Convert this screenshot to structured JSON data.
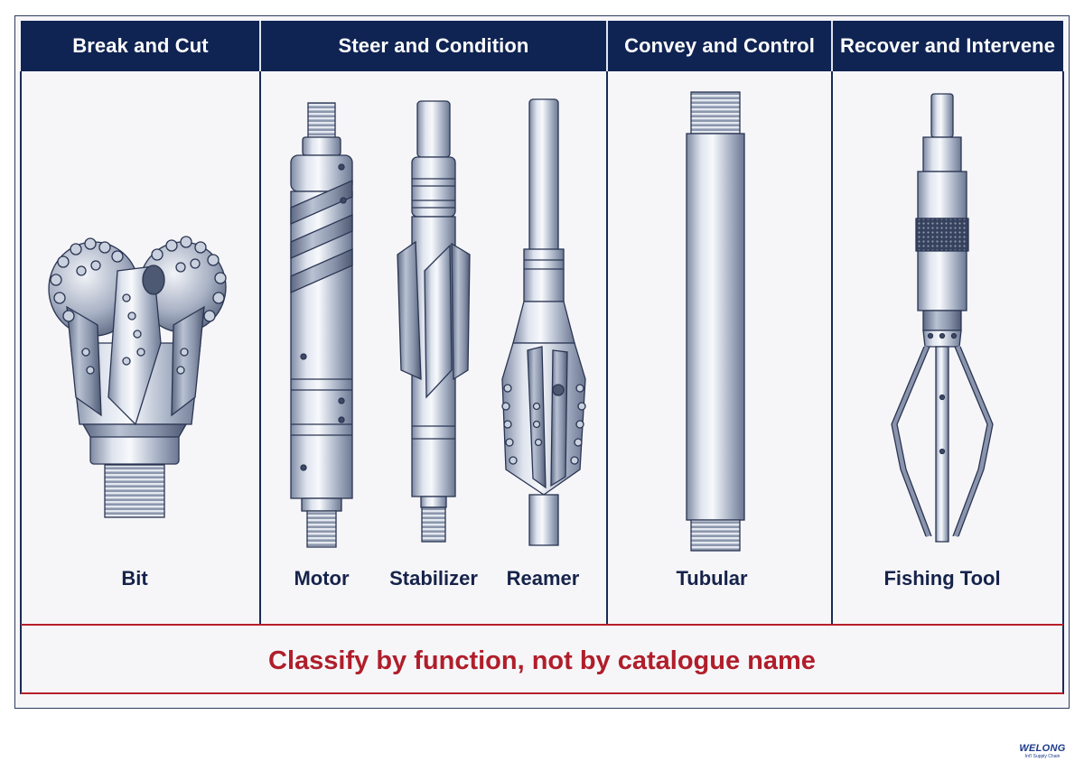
{
  "columns": [
    {
      "header": "Break and Cut"
    },
    {
      "header": "Steer and Condition"
    },
    {
      "header": "Convey and Control"
    },
    {
      "header": "Recover and Intervene"
    }
  ],
  "tools": {
    "bit": "Bit",
    "motor": "Motor",
    "stabilizer": "Stabilizer",
    "reamer": "Reamer",
    "tubular": "Tubular",
    "fishing_tool": "Fishing Tool"
  },
  "banner": "Classify by function, not by catalogue name",
  "logo": {
    "main": "WELONG",
    "sub": "Int'l Supply Chain"
  },
  "colors": {
    "header_bg": "#0f2453",
    "accent_red": "#b01e2a",
    "text": "#16234a"
  }
}
